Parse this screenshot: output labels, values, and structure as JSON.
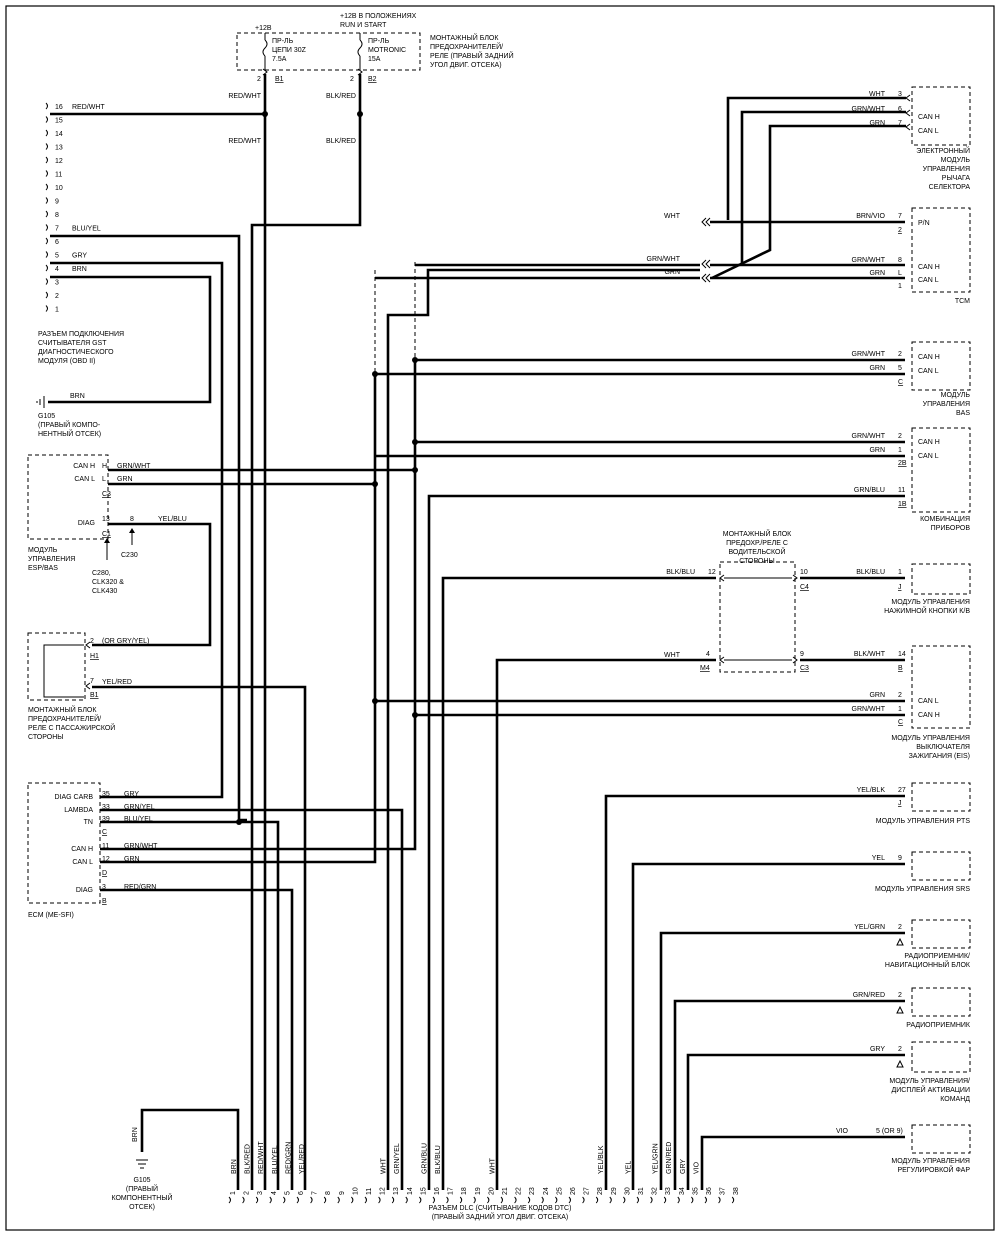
{
  "fuse_block": {
    "title_lines": [
      "МОНТАЖНЫЙ БЛОК",
      "ПРЕДОХРАНИТЕЛЕЙ/",
      "РЕЛЕ (ПРАВЫЙ ЗАДНИЙ",
      "УГОЛ ДВИГ. ОТСЕКА)"
    ],
    "supply1": "+12В",
    "supply2_lines": [
      "+12В В ПОЛОЖЕНИЯХ",
      "RUN И START"
    ],
    "fuse1_lines": [
      "ПР-ЛЬ",
      "ЦЕПИ 30Z",
      "7.5A"
    ],
    "fuse2_lines": [
      "ПР-ЛЬ",
      "MOTRONIC",
      "15A"
    ],
    "pin1": "2",
    "conn1": "B1",
    "pin2": "2",
    "conn2": "B2",
    "wire1_top": "RED/WHT",
    "wire1_bottom": "RED/WHT",
    "wire2_top": "BLK/RED",
    "wire2_bottom": "BLK/RED"
  },
  "obd": {
    "pins": [
      "16",
      "15",
      "14",
      "13",
      "12",
      "11",
      "10",
      "9",
      "8",
      "7",
      "6",
      "5",
      "4",
      "3",
      "2",
      "1"
    ],
    "wires": {
      "16": "RED/WHT",
      "7": "BLU/YEL",
      "5": "GRY",
      "4": "BRN"
    },
    "caption_lines": [
      "РАЗЪЕМ ПОДКЛЮЧЕНИЯ",
      "СЧИТЫВАТЕЛЯ GST",
      "ДИАГНОСТИЧЕСКОГО",
      "МОДУЛЯ (OBD II)"
    ],
    "ground_wire": "BRN",
    "ground_lines": [
      "G105",
      "(ПРАВЫЙ КОМПО-",
      "НЕНТНЫЙ ОТСЕК)"
    ]
  },
  "esp": {
    "rows": [
      {
        "label": "CAN H",
        "pin": "H",
        "wire": "GRN/WHT"
      },
      {
        "label": "CAN L",
        "pin": "L",
        "wire": "GRN"
      }
    ],
    "conn_c3": "C3",
    "diag_label": "DIAG",
    "diag_pin": "13",
    "diag_pin2": "8",
    "diag_wire": "YEL/BLU",
    "conn_c1": "C1",
    "c230": "C230",
    "variants_lines": [
      "C280,",
      "CLK320 &",
      "CLK430"
    ],
    "caption_lines": [
      "МОДУЛЬ",
      "УПРАВЛЕНИЯ",
      "ESP/BAS"
    ]
  },
  "pass_fuse": {
    "pin2": "2",
    "wire2": "(OR GRY/YEL)",
    "conn_h1": "H1",
    "pin7": "7",
    "wire7": "YEL/RED",
    "conn_b1": "B1",
    "caption_lines": [
      "МОНТАЖНЫЙ БЛОК",
      "ПРЕДОХРАНИТЕЛЕЙ/",
      "РЕЛЕ С ПАССАЖИРСКОЙ",
      "СТОРОНЫ"
    ]
  },
  "ecm": {
    "rows": [
      {
        "label": "DIAG CARB",
        "pin": "35",
        "wire": "GRY"
      },
      {
        "label": "LAMBDA",
        "pin": "33",
        "wire": "GRN/YEL"
      },
      {
        "label": "TN",
        "pin": "39",
        "wire": "BLU/YEL"
      },
      {
        "label": "CAN H",
        "pin": "11",
        "wire": "GRN/WHT"
      },
      {
        "label": "CAN L",
        "pin": "12",
        "wire": "GRN"
      },
      {
        "label": "DIAG",
        "pin": "3",
        "wire": "RED/GRN"
      }
    ],
    "conn_c": "C",
    "conn_d": "D",
    "conn_b": "B",
    "caption": "ECM (ME-SFI)"
  },
  "modules": {
    "selector": {
      "rows": [
        {
          "wire": "WHT",
          "pin": "3",
          "label": ""
        },
        {
          "wire": "GRN/WHT",
          "pin": "6",
          "label": "CAN H"
        },
        {
          "wire": "GRN",
          "pin": "7",
          "label": "CAN L"
        }
      ],
      "caption_lines": [
        "ЭЛЕКТРОННЫЙ",
        "МОДУЛЬ",
        "УПРАВЛЕНИЯ",
        "РЫЧАГА",
        "СЕЛЕКТОРА"
      ]
    },
    "tcm": {
      "rows": [
        {
          "wire": "BRN/VIO",
          "pin": "7",
          "label": "P/N"
        },
        {
          "wire": "",
          "pin": "2",
          "label": ""
        },
        {
          "wire": "GRN/WHT",
          "pin": "8",
          "label": "CAN H"
        },
        {
          "wire": "GRN",
          "pin": "L",
          "label": "CAN L"
        },
        {
          "wire": "",
          "pin": "1",
          "label": ""
        }
      ],
      "left_wires": [
        "WHT",
        "GRN/WHT",
        "GRN"
      ],
      "caption": "TCM"
    },
    "bas": {
      "rows": [
        {
          "wire": "GRN/WHT",
          "pin": "2",
          "label": "CAN H"
        },
        {
          "wire": "GRN",
          "pin": "5",
          "label": "CAN L"
        }
      ],
      "conn": "C",
      "caption_lines": [
        "МОДУЛЬ",
        "УПРАВЛЕНИЯ",
        "BAS"
      ]
    },
    "cluster": {
      "rows": [
        {
          "wire": "GRN/WHT",
          "pin": "2",
          "label": "CAN H"
        },
        {
          "wire": "GRN",
          "pin": "1",
          "label": "CAN L"
        },
        {
          "wire": "GRN/BLU",
          "pin": "11",
          "label": ""
        }
      ],
      "conn1": "2B",
      "conn2": "1B",
      "caption_lines": [
        "КОМБИНАЦИЯ",
        "ПРИБОРОВ"
      ]
    },
    "driver_fuse": {
      "title_lines": [
        "МОНТАЖНЫЙ БЛОК",
        "ПРЕДОХР./РЕЛЕ С",
        "ВОДИТЕЛЬСКОЙ",
        "СТОРОНЫ"
      ],
      "in1_wire": "BLK/BLU",
      "in1_pin": "12",
      "in2_wire": "WHT",
      "in2_pin": "4",
      "in2_conn": "M4",
      "out1_pin": "10",
      "out1_conn": "C4",
      "out2_pin": "9",
      "out2_conn": "C3"
    },
    "kb_button": {
      "wire": "BLK/BLU",
      "pin": "1",
      "conn": "J",
      "caption_lines": [
        "МОДУЛЬ УПРАВЛЕНИЯ",
        "НАЖИМНОЙ КНОПКИ К/В"
      ]
    },
    "eis": {
      "rows": [
        {
          "wire": "BLK/WHT",
          "pin": "14",
          "label": ""
        },
        {
          "wire": "GRN",
          "pin": "2",
          "label": "CAN L"
        },
        {
          "wire": "GRN/WHT",
          "pin": "1",
          "label": "CAN H"
        }
      ],
      "conn_b": "B",
      "conn_c": "C",
      "caption_lines": [
        "МОДУЛЬ УПРАВЛЕНИЯ",
        "ВЫКЛЮЧАТЕЛЯ",
        "ЗАЖИГАНИЯ (EIS)"
      ]
    },
    "pts": {
      "wire": "YEL/BLK",
      "pin": "27",
      "conn": "J",
      "caption": "МОДУЛЬ УПРАВЛЕНИЯ PTS"
    },
    "srs": {
      "wire": "YEL",
      "pin": "9",
      "caption": "МОДУЛЬ УПРАВЛЕНИЯ SRS"
    },
    "radio_nav": {
      "wire": "YEL/GRN",
      "pin": "2",
      "caption_lines": [
        "РАДИОПРИЕМНИК/",
        "НАВИГАЦИОННЫЙ БЛОК"
      ]
    },
    "radio": {
      "wire": "GRN/RED",
      "pin": "2",
      "caption": "РАДИОПРИЕМНИК"
    },
    "command": {
      "wire": "GRY",
      "pin": "2",
      "caption_lines": [
        "МОДУЛЬ УПРАВЛЕНИЯ/",
        "ДИСПЛЕЙ АКТИВАЦИИ",
        "КОМАНД"
      ]
    },
    "headlamp": {
      "wire": "VIO",
      "pin": "5 (OR 9)",
      "caption_lines": [
        "МОДУЛЬ УПРАВЛЕНИЯ",
        "РЕГУЛИРОВКОЙ ФАР"
      ]
    }
  },
  "dlc": {
    "pins": [
      "1",
      "2",
      "3",
      "4",
      "5",
      "6",
      "7",
      "8",
      "9",
      "10",
      "11",
      "12",
      "13",
      "14",
      "15",
      "16",
      "17",
      "18",
      "19",
      "20",
      "21",
      "22",
      "23",
      "24",
      "25",
      "26",
      "27",
      "28",
      "29",
      "30",
      "31",
      "32",
      "33",
      "34",
      "35",
      "36",
      "37",
      "38"
    ],
    "wires": {
      "1": "BRN",
      "2": "BLK/RED",
      "3": "RED/WHT",
      "4": "BLU/YEL",
      "5": "RED/GRN",
      "6": "YEL/RED",
      "12": "WHT",
      "13": "GRN/YEL",
      "15": "GRN/BLU",
      "16": "BLK/BLU",
      "20": "WHT",
      "28": "YEL/BLK",
      "30": "YEL",
      "32": "YEL/GRN",
      "33": "GRN/RED",
      "34": "GRY",
      "35": "VIO"
    },
    "caption_lines": [
      "РАЗЪЕМ DLC (СЧИТЫВАНИЕ КОДОВ DTC)",
      "(ПРАВЫЙ ЗАДНИЙ УГОЛ ДВИГ. ОТСЕКА)"
    ],
    "ground_wire": "BRN",
    "ground_lines": [
      "G105",
      "(ПРАВЫЙ",
      "КОМПОНЕНТНЫЙ",
      "ОТСЕК)"
    ]
  }
}
